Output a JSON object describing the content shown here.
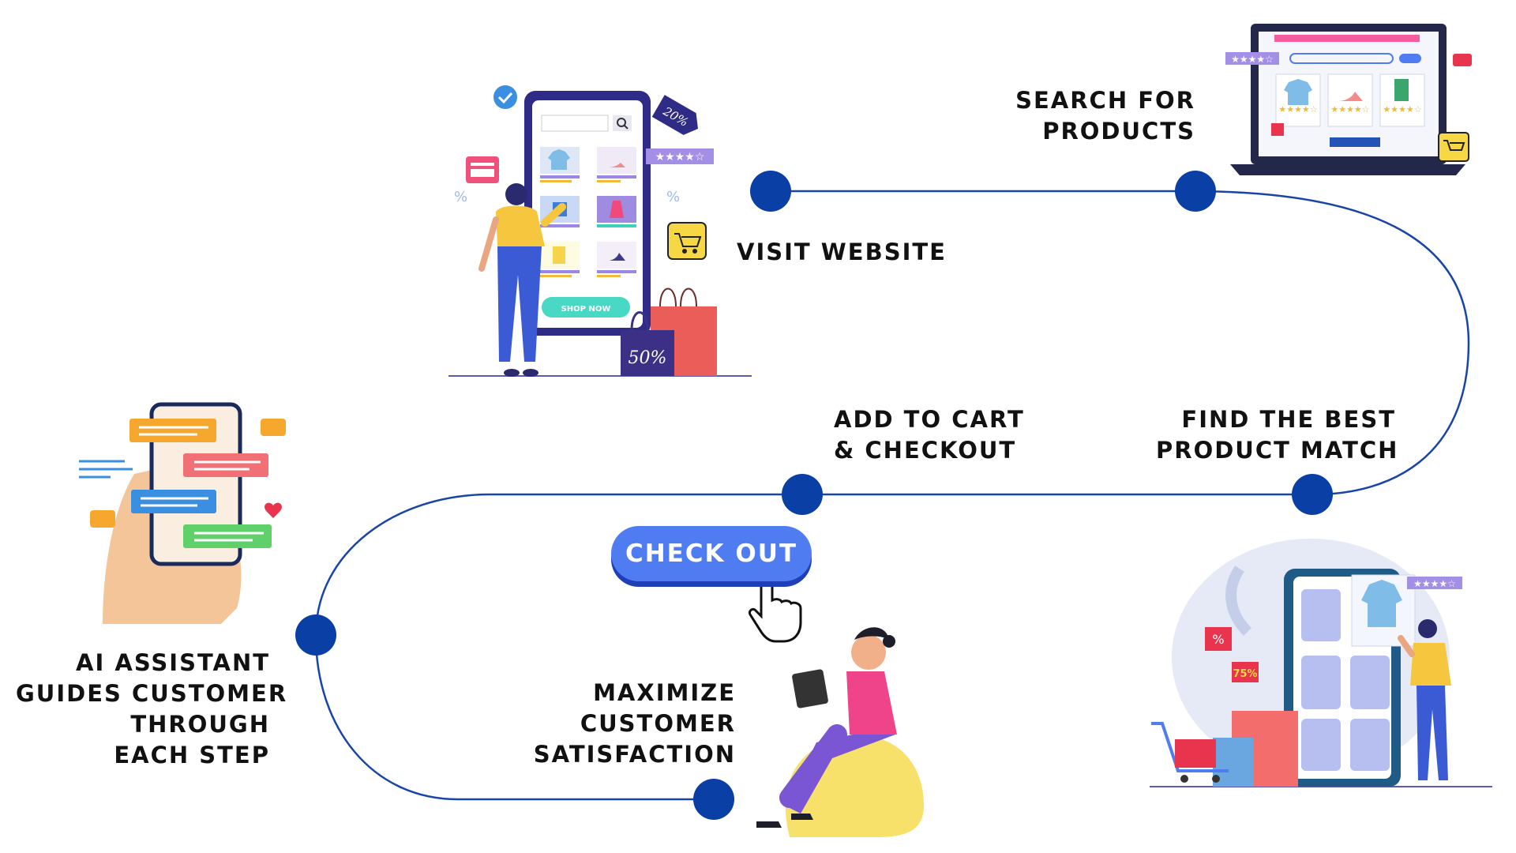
{
  "steps": {
    "visit_website": [
      "VISIT WEBSITE"
    ],
    "search_products": [
      "SEARCH FOR",
      "PRODUCTS"
    ],
    "find_best": [
      "FIND THE BEST",
      "PRODUCT MATCH"
    ],
    "add_to_cart": [
      "ADD TO CART",
      "& CHECKOUT"
    ],
    "ai_assistant": [
      "AI ASSISTANT",
      "GUIDES CUSTOMER",
      "THROUGH",
      "EACH STEP"
    ],
    "maximize": [
      "MAXIMIZE",
      "CUSTOMER",
      "SATISFACTION"
    ]
  },
  "checkout_button": "CHECK OUT",
  "phone_illustration": {
    "shop_now": "SHOP NOW",
    "discount_tag": "20%",
    "bag_discount": "50%"
  },
  "store_illustration": {
    "percent_tag": "%",
    "discount_tag": "75%"
  },
  "colors": {
    "path_line": "#1a45a8",
    "node": "#0a3fa6",
    "button": "#4f7cf0",
    "button_shadow": "#1f3fb8"
  },
  "icons": [
    "check-icon",
    "cart-icon",
    "search-icon",
    "shirt-icon",
    "heel-icon",
    "dress-icon",
    "shopping-bag-icon",
    "chat-bubble-icon",
    "heart-icon",
    "hand-pointer-icon",
    "star-icon",
    "laptop-icon",
    "tablet-icon"
  ]
}
